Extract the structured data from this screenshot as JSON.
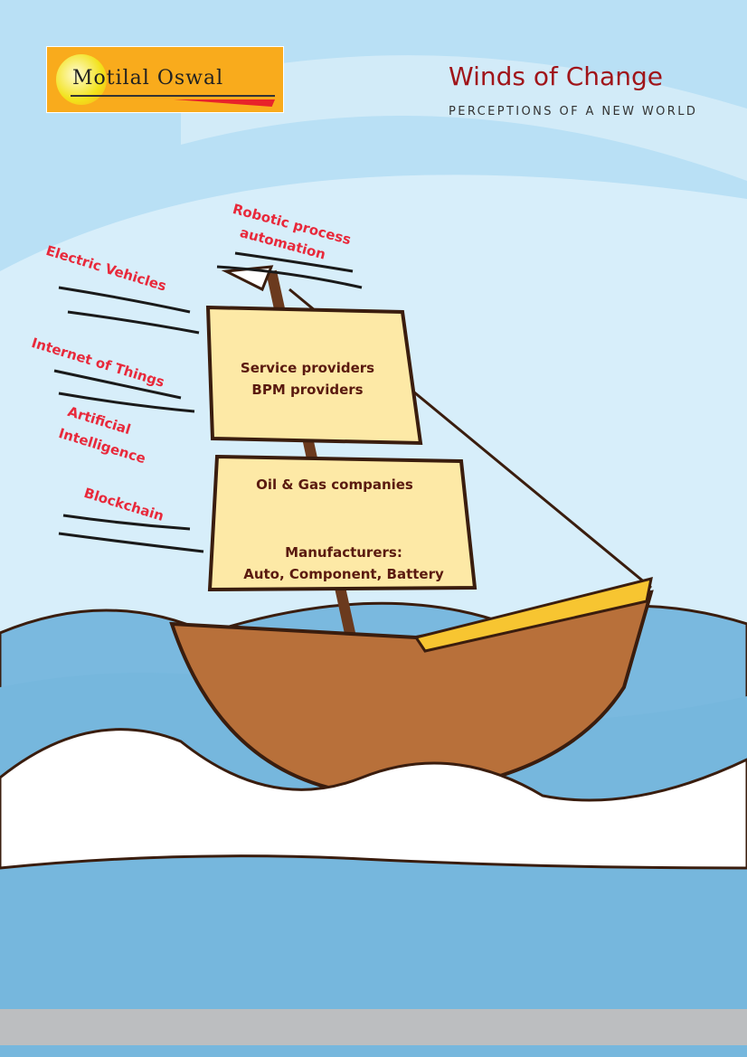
{
  "brand": {
    "logo_text": "Motilal Oswal",
    "title": "Winds of Change",
    "subtitle": "PERCEPTIONS OF A NEW WORLD"
  },
  "winds": [
    "Robotic process",
    "automation",
    "Electric Vehicles",
    "Internet of Things",
    "Artificial",
    "Intelligence",
    "Blockchain"
  ],
  "sails": {
    "top": [
      "Service providers",
      "BPM providers"
    ],
    "bottom": [
      "Oil & Gas companies",
      "Manufacturers:",
      "Auto, Component, Battery"
    ]
  },
  "colors": {
    "sky": "#b9e0f5",
    "sea": "#7ab9df",
    "wind_text": "#e8293b",
    "sail": "#fde9a6",
    "hull": "#b8703a"
  }
}
